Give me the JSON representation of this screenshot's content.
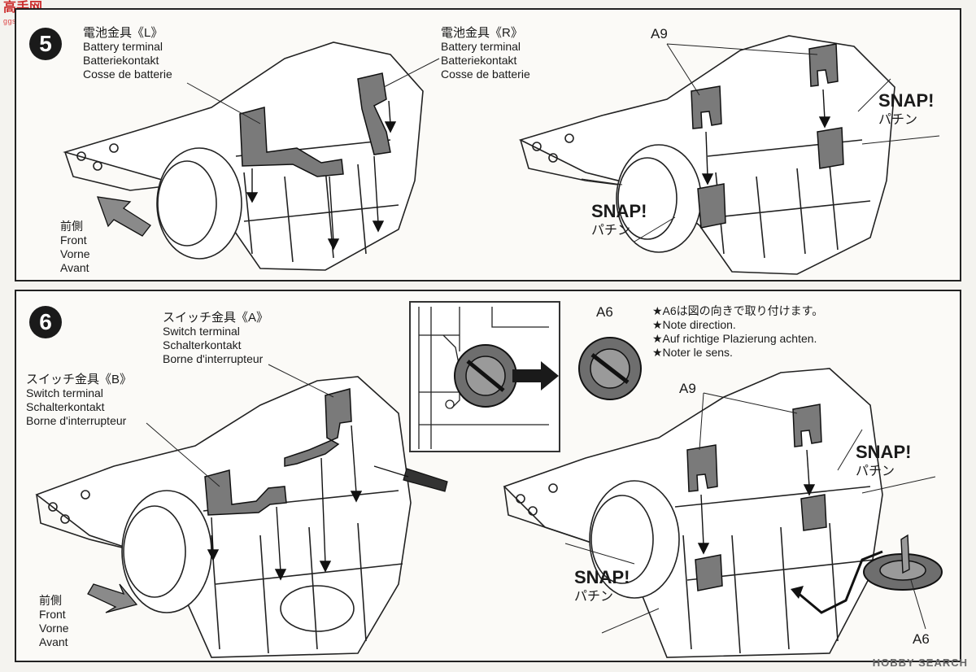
{
  "watermark_top": {
    "text": "高手网",
    "url": "ggss.shop.com"
  },
  "watermark_bottom": {
    "text": "HOBBY SEARCH"
  },
  "step5": {
    "number": "5",
    "left_terminal": {
      "jp": "電池金具《L》",
      "en": "Battery terminal",
      "de": "Batteriekontakt",
      "fr": "Cosse de batterie"
    },
    "right_terminal": {
      "jp": "電池金具《R》",
      "en": "Battery terminal",
      "de": "Batteriekontakt",
      "fr": "Cosse de batterie"
    },
    "part": "A9",
    "snap_text": "SNAP!",
    "snap_jp": "パチン",
    "front": {
      "jp": "前側",
      "en": "Front",
      "de": "Vorne",
      "fr": "Avant"
    }
  },
  "step6": {
    "number": "6",
    "switch_a": {
      "jp": "スイッチ金具《A》",
      "en": "Switch terminal",
      "de": "Schalterkontakt",
      "fr": "Borne d'interrupteur"
    },
    "switch_b": {
      "jp": "スイッチ金具《B》",
      "en": "Switch terminal",
      "de": "Schalterkontakt",
      "fr": "Borne d'interrupteur"
    },
    "part_a6": "A6",
    "part_a9": "A9",
    "note": [
      "★A6は図の向きで取り付けます。",
      "★Note direction.",
      "★Auf richtige Plazierung achten.",
      "★Noter le sens."
    ],
    "snap_text": "SNAP!",
    "snap_jp": "パチン",
    "front": {
      "jp": "前側",
      "en": "Front",
      "de": "Vorne",
      "fr": "Avant"
    }
  }
}
